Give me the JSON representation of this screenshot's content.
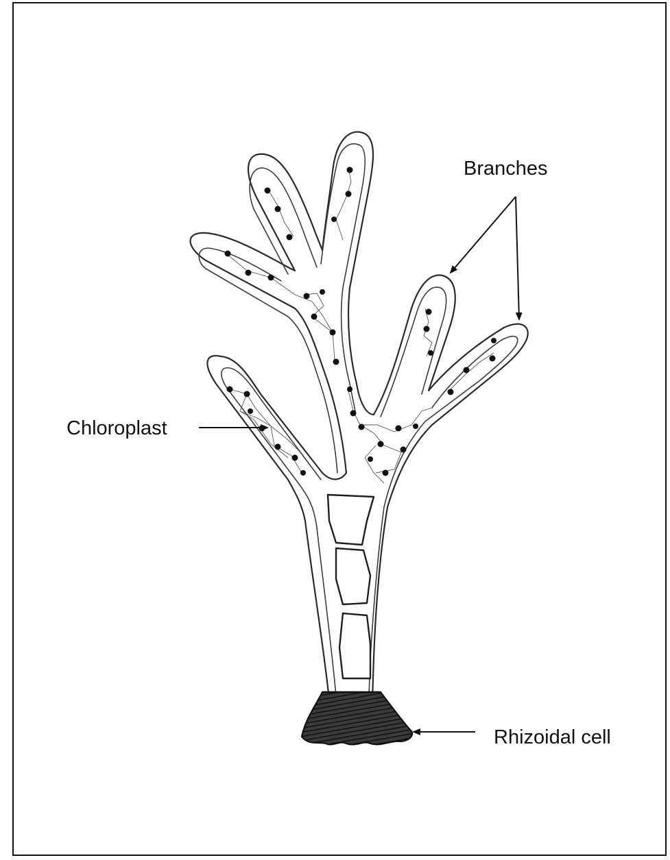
{
  "labels": {
    "branches": "Branches",
    "chloroplast": "Chloroplast",
    "rhizoidal_cell": "Rhizoidal cell"
  },
  "colors": {
    "ink": "#111111",
    "background": "#ffffff",
    "rhizoid_shading": "#2b2b2b"
  }
}
